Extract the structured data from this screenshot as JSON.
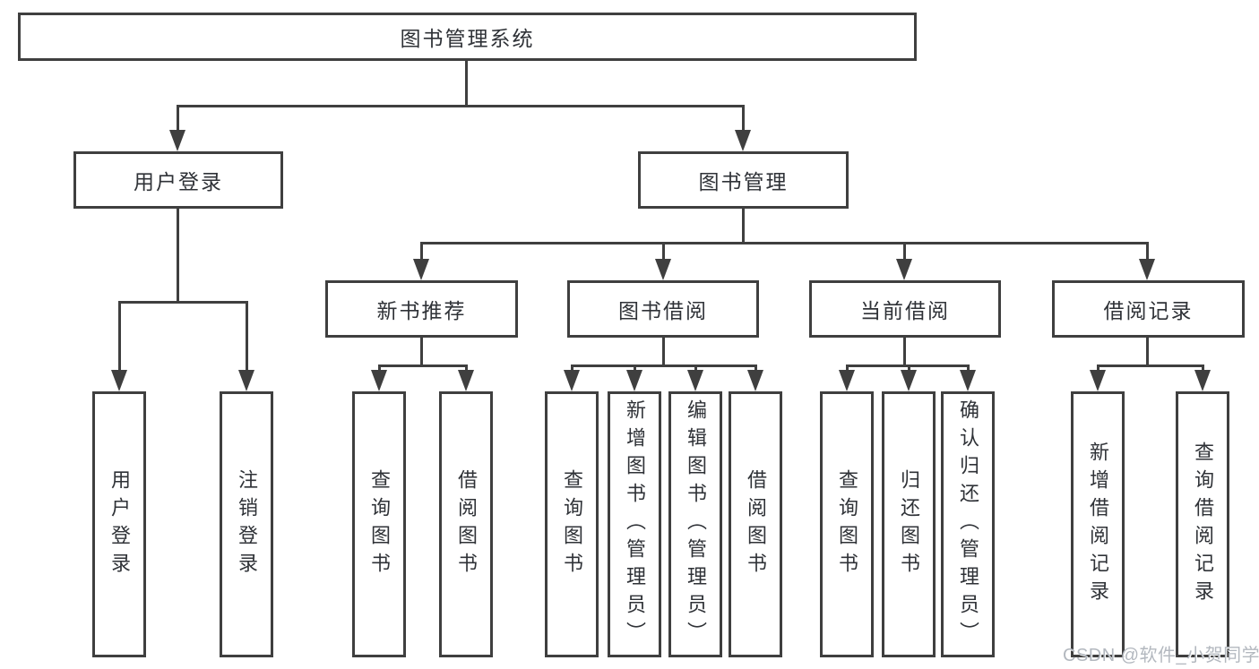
{
  "diagram": {
    "root": {
      "label": "图书管理系统",
      "children": [
        {
          "label": "用户登录",
          "children": [
            {
              "label": "用户登录"
            },
            {
              "label": "注销登录"
            }
          ]
        },
        {
          "label": "图书管理",
          "children": [
            {
              "label": "新书推荐",
              "children": [
                {
                  "label": "查询图书"
                },
                {
                  "label": "借阅图书"
                }
              ]
            },
            {
              "label": "图书借阅",
              "children": [
                {
                  "label": "查询图书"
                },
                {
                  "label": "新增图书（管理员）"
                },
                {
                  "label": "编辑图书（管理员）"
                },
                {
                  "label": "借阅图书"
                }
              ]
            },
            {
              "label": "当前借阅",
              "children": [
                {
                  "label": "查询图书"
                },
                {
                  "label": "归还图书"
                },
                {
                  "label": "确认归还（管理员）"
                }
              ]
            },
            {
              "label": "借阅记录",
              "children": [
                {
                  "label": "新增借阅记录"
                },
                {
                  "label": "查询借阅记录"
                }
              ]
            }
          ]
        }
      ]
    },
    "watermark": "CSDN @软件_小贺同学",
    "colors": {
      "line": "#3f3f3f",
      "text": "#2f3237",
      "watermark": "#b3b8bf",
      "background": "#ffffff"
    }
  }
}
